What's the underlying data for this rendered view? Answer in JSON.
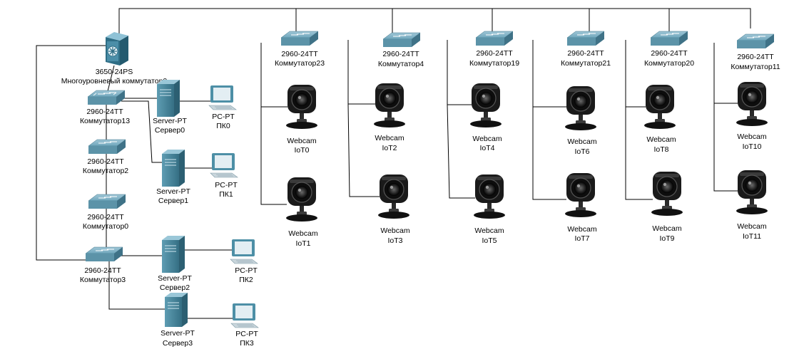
{
  "colors": {
    "background": "#ffffff",
    "cable": "#000000",
    "switch_body": "#5c93a8",
    "server_body": "#3f7f95",
    "pc_monitor": "#4d8fa6",
    "webcam_body": "#1a1a1a"
  },
  "devices": [
    {
      "id": "mls",
      "icon": "multilayer-switch-icon",
      "model": "3650-24PS",
      "name": "Многоуровневый коммутатор0"
    },
    {
      "id": "sw13",
      "icon": "switch-icon",
      "model": "2960-24TT",
      "name": "Коммутатор13"
    },
    {
      "id": "sw2",
      "icon": "switch-icon",
      "model": "2960-24TT",
      "name": "Коммутатор2"
    },
    {
      "id": "sw0",
      "icon": "switch-icon",
      "model": "2960-24TT",
      "name": "Коммутатор0"
    },
    {
      "id": "sw3",
      "icon": "switch-icon",
      "model": "2960-24TT",
      "name": "Коммутатор3"
    },
    {
      "id": "srv0",
      "icon": "server-icon",
      "model": "Server-PT",
      "name": "Сервер0"
    },
    {
      "id": "srv1",
      "icon": "server-icon",
      "model": "Server-PT",
      "name": "Сервер1"
    },
    {
      "id": "srv2",
      "icon": "server-icon",
      "model": "Server-PT",
      "name": "Сервер2"
    },
    {
      "id": "srv3",
      "icon": "server-icon",
      "model": "Server-PT",
      "name": "Сервер3"
    },
    {
      "id": "pc0",
      "icon": "pc-icon",
      "model": "PC-PT",
      "name": "ПК0"
    },
    {
      "id": "pc1",
      "icon": "pc-icon",
      "model": "PC-PT",
      "name": "ПК1"
    },
    {
      "id": "pc2",
      "icon": "pc-icon",
      "model": "PC-PT",
      "name": "ПК2"
    },
    {
      "id": "pc3",
      "icon": "pc-icon",
      "model": "PC-PT",
      "name": "ПК3"
    },
    {
      "id": "sw23",
      "icon": "switch-icon",
      "model": "2960-24TT",
      "name": "Коммутатор23"
    },
    {
      "id": "sw4",
      "icon": "switch-icon",
      "model": "2960-24TT",
      "name": "Коммутатор4"
    },
    {
      "id": "sw19",
      "icon": "switch-icon",
      "model": "2960-24TT",
      "name": "Коммутатор19"
    },
    {
      "id": "sw21",
      "icon": "switch-icon",
      "model": "2960-24TT",
      "name": "Коммутатор21"
    },
    {
      "id": "sw20",
      "icon": "switch-icon",
      "model": "2960-24TT",
      "name": "Коммутатор20"
    },
    {
      "id": "sw11",
      "icon": "switch-icon",
      "model": "2960-24TT",
      "name": "Коммутатор11"
    },
    {
      "id": "iot0",
      "icon": "webcam-icon",
      "model": "Webcam",
      "name": "IoT0"
    },
    {
      "id": "iot1",
      "icon": "webcam-icon",
      "model": "Webcam",
      "name": "IoT1"
    },
    {
      "id": "iot2",
      "icon": "webcam-icon",
      "model": "Webcam",
      "name": "IoT2"
    },
    {
      "id": "iot3",
      "icon": "webcam-icon",
      "model": "Webcam",
      "name": "IoT3"
    },
    {
      "id": "iot4",
      "icon": "webcam-icon",
      "model": "Webcam",
      "name": "IoT4"
    },
    {
      "id": "iot5",
      "icon": "webcam-icon",
      "model": "Webcam",
      "name": "IoT5"
    },
    {
      "id": "iot6",
      "icon": "webcam-icon",
      "model": "Webcam",
      "name": "IoT6"
    },
    {
      "id": "iot7",
      "icon": "webcam-icon",
      "model": "Webcam",
      "name": "IoT7"
    },
    {
      "id": "iot8",
      "icon": "webcam-icon",
      "model": "Webcam",
      "name": "IoT8"
    },
    {
      "id": "iot9",
      "icon": "webcam-icon",
      "model": "Webcam",
      "name": "IoT9"
    },
    {
      "id": "iot10",
      "icon": "webcam-icon",
      "model": "Webcam",
      "name": "IoT10"
    },
    {
      "id": "iot11",
      "icon": "webcam-icon",
      "model": "Webcam",
      "name": "IoT11"
    }
  ],
  "links": [
    [
      "mls",
      "sw23"
    ],
    [
      "mls",
      "sw4"
    ],
    [
      "mls",
      "sw19"
    ],
    [
      "mls",
      "sw21"
    ],
    [
      "mls",
      "sw20"
    ],
    [
      "mls",
      "sw11"
    ],
    [
      "mls",
      "sw13"
    ],
    [
      "mls",
      "sw3"
    ],
    [
      "sw13",
      "sw2"
    ],
    [
      "sw2",
      "sw0"
    ],
    [
      "sw0",
      "sw3"
    ],
    [
      "sw13",
      "srv0"
    ],
    [
      "sw13",
      "srv1"
    ],
    [
      "srv0",
      "pc0"
    ],
    [
      "srv1",
      "pc1"
    ],
    [
      "sw3",
      "srv2"
    ],
    [
      "sw3",
      "srv3"
    ],
    [
      "srv2",
      "pc2"
    ],
    [
      "srv3",
      "pc3"
    ],
    [
      "sw23",
      "iot0"
    ],
    [
      "sw23",
      "iot1"
    ],
    [
      "sw4",
      "iot2"
    ],
    [
      "sw4",
      "iot3"
    ],
    [
      "sw19",
      "iot4"
    ],
    [
      "sw19",
      "iot5"
    ],
    [
      "sw21",
      "iot6"
    ],
    [
      "sw21",
      "iot7"
    ],
    [
      "sw20",
      "iot8"
    ],
    [
      "sw20",
      "iot9"
    ],
    [
      "sw11",
      "iot10"
    ],
    [
      "sw11",
      "iot11"
    ]
  ]
}
